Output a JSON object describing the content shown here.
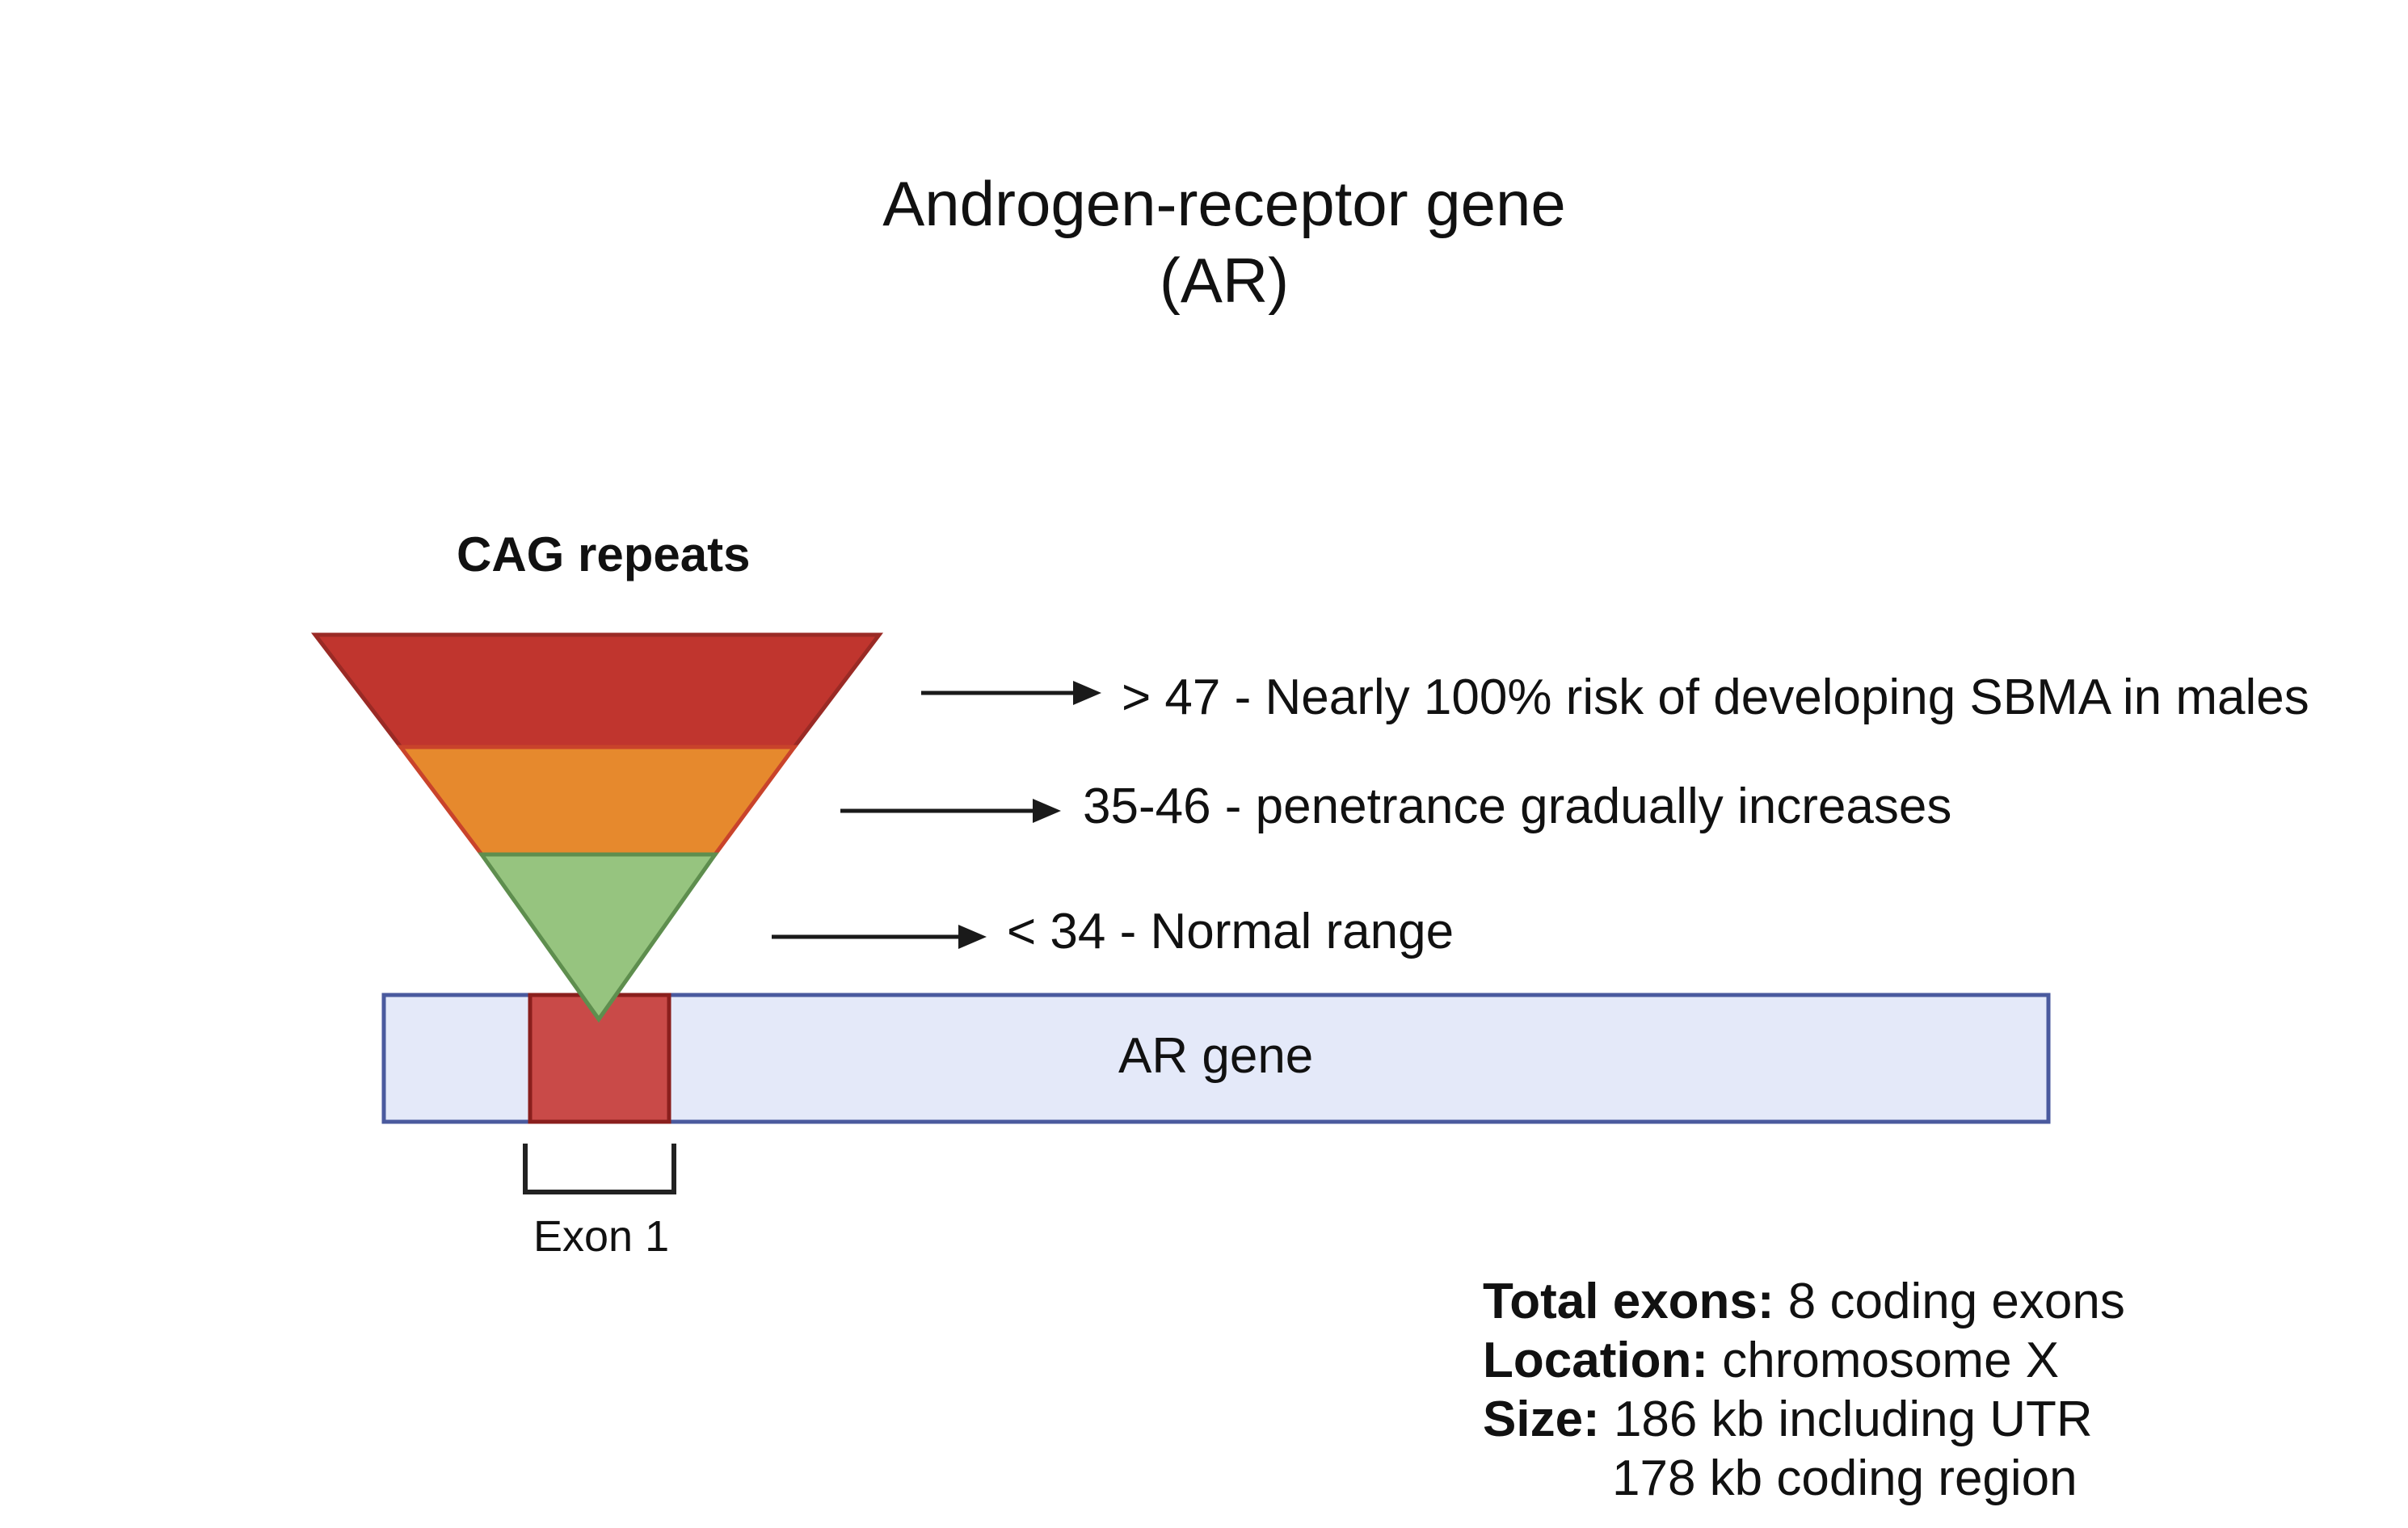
{
  "title": {
    "line1": "Androgen-receptor gene",
    "line2": "(AR)"
  },
  "cag_label": "CAG repeats",
  "ranges": [
    {
      "label": "> 47 - Nearly 100% risk of developing SBMA in males",
      "color": "#c0352e"
    },
    {
      "label": "35-46 - penetrance gradually increases",
      "color": "#e6892d"
    },
    {
      "label": "< 34 - Normal range",
      "color": "#96c47f"
    }
  ],
  "gene": {
    "label": "AR gene",
    "fill": "#e4e9f9",
    "stroke": "#4a5a9e",
    "exon_fill": "#c94a48"
  },
  "exon_label": "Exon 1",
  "info": {
    "exons_key": "Total exons:",
    "exons_val": " 8 coding exons",
    "location_key": "Location:",
    "location_val": " chromosome X",
    "size_key": "Size:",
    "size_val": " 186 kb including UTR",
    "size_val2": "178 kb coding region"
  }
}
